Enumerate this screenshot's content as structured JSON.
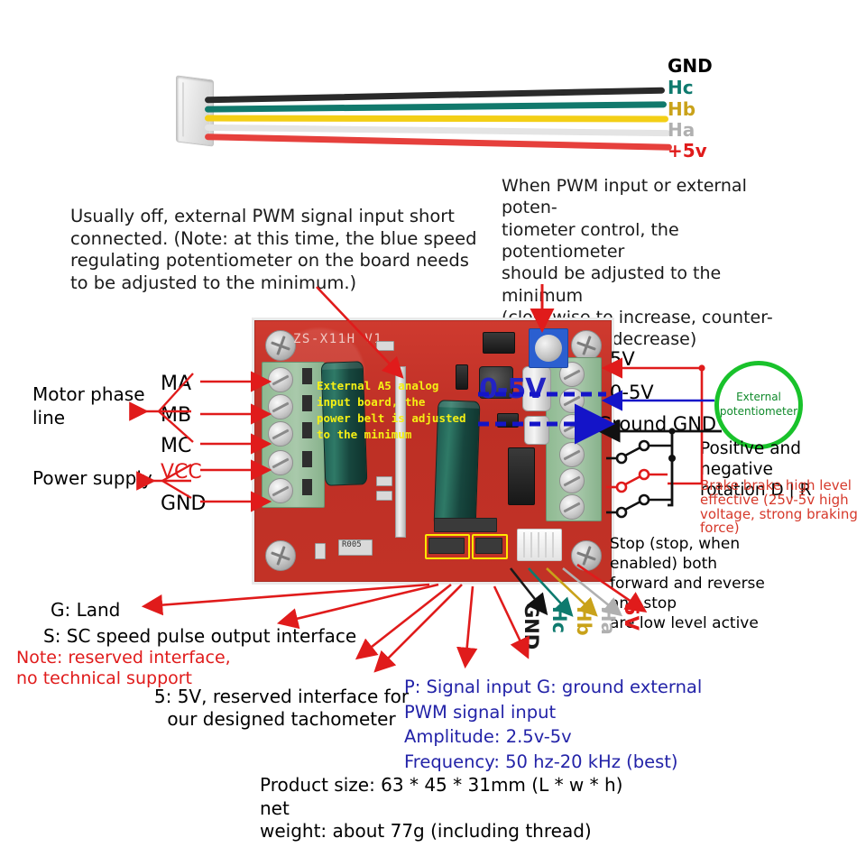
{
  "harness": {
    "wire_labels": [
      {
        "name": "GND",
        "color": "#1a1a1a"
      },
      {
        "name": "Hc",
        "color": "#0e7a6e"
      },
      {
        "name": "Hb",
        "color": "#c9a21a"
      },
      {
        "name": "Ha",
        "color": "#b0b0b0"
      },
      {
        "name": "+5v",
        "color": "#e01b1b"
      }
    ]
  },
  "annotations": {
    "pwm_short_note": "Usually off, external PWM signal input short connected. (Note: at this time, the blue speed regulating potentiometer on the board needs to be adjusted to the minimum.)",
    "potentiometer_note": "When PWM input or external poten-\ntiometer control, the potentiometer\nshould be adjusted to the minimum\n(clockwise to increase, counter-\nclockwise to decrease)",
    "motor_phase_line": "Motor phase\nline",
    "power_supply": "Power supply",
    "positive_negative_rotation": "Positive and negative\nrotation D | R",
    "brake_note": "Brake brake high level\neffective (25v-5v high\nvoltage, strong braking\nforce)",
    "stop_note": "Stop (stop, when enabled) both\nforward and reverse and stop\nare low level active",
    "g_land": "G: Land",
    "s_sc": "S: SC speed pulse output interface",
    "reserved_note": "Note: reserved interface,\nno technical support",
    "tachometer_note": "5: 5V, reserved interface for\nour designed tachometer",
    "pwm_signal_block": "P: Signal input G: ground external\nPWM signal input\nAmplitude: 2.5v-5v\nFrequency: 50 hz-20 kHz (best)",
    "product_size": "Product size: 63 * 45 * 31mm (L * w * h) net\nweight: about 77g (including thread)",
    "board_overlay_yellow": "External A5 analog\ninput board, the\npower belt is adjusted\nto the minimum",
    "board_overlay_0_5v": "0-5V",
    "external_potentiometer": "External\npotentiometer"
  },
  "terminals": {
    "left": [
      {
        "label": "MA",
        "color": "#1a1a1a"
      },
      {
        "label": "MB",
        "color": "#1a1a1a"
      },
      {
        "label": "MC",
        "color": "#1a1a1a"
      },
      {
        "label": "VCC",
        "color": "#e01b1b"
      },
      {
        "label": "GND",
        "color": "#1a1a1a"
      }
    ],
    "right": [
      {
        "label": "5V",
        "color": "#1a1a1a"
      },
      {
        "label": "0-5V",
        "color": "#1a1a1a"
      },
      {
        "label": "Ground GND",
        "color": "#1a1a1a"
      }
    ]
  },
  "board": {
    "silk_label": "ZS-X11H V1",
    "silk_resistor": "R005",
    "pcb_color": "#c8342b",
    "terminal_color": "#8fba92"
  },
  "bottom_wire_labels": [
    {
      "name": "GND",
      "color": "#1a1a1a"
    },
    {
      "name": "Hc",
      "color": "#0e7a6e"
    },
    {
      "name": "Hb",
      "color": "#c9a21a"
    },
    {
      "name": "Ha",
      "color": "#b0b0b0"
    },
    {
      "name": "5V",
      "color": "#e01b1b"
    }
  ]
}
